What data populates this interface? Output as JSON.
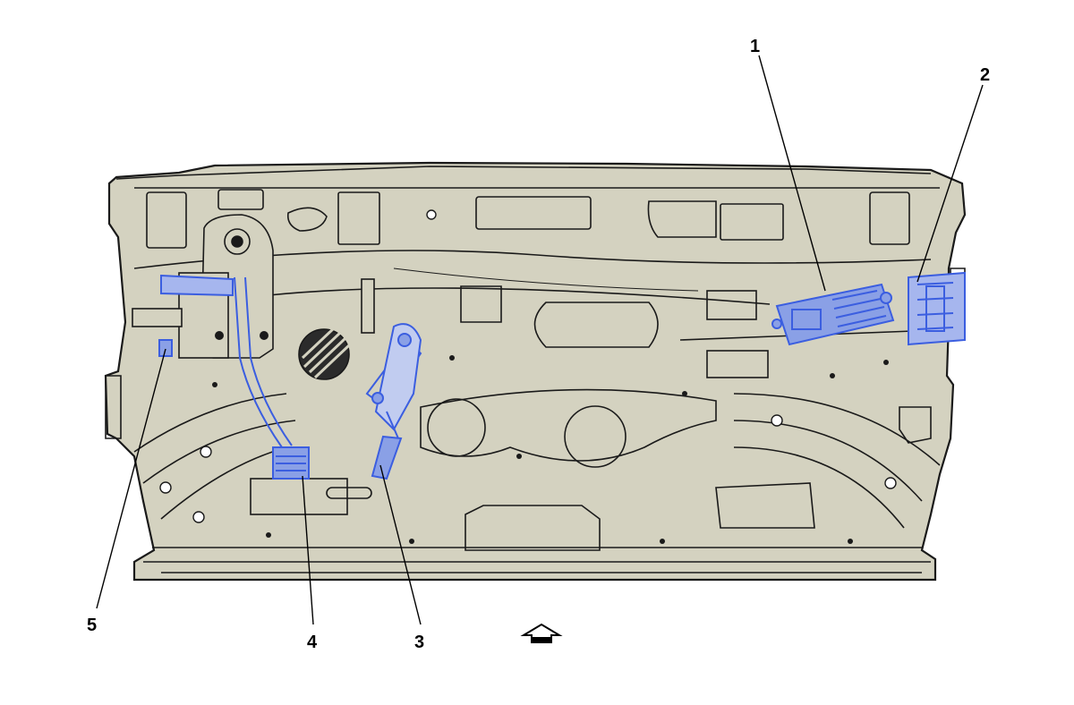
{
  "callouts": [
    {
      "id": "1",
      "label": "1"
    },
    {
      "id": "2",
      "label": "2"
    },
    {
      "id": "3",
      "label": "3"
    },
    {
      "id": "4",
      "label": "4"
    },
    {
      "id": "5",
      "label": "5"
    }
  ],
  "colors": {
    "panel_fill": "#d4d2c0",
    "highlight": "#3b5ee0",
    "highlight_fill": "#8aa0e6",
    "outline": "#1a1a1a"
  },
  "icons": {
    "direction": "forward-arrow-icon"
  }
}
